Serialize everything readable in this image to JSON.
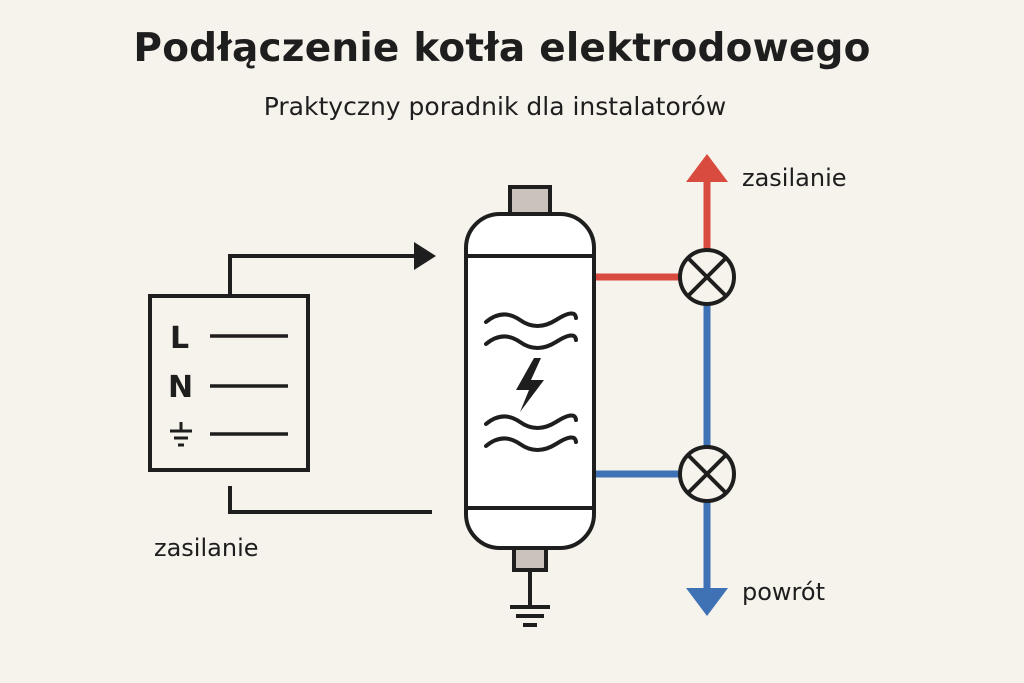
{
  "header": {
    "title": "Podłączenie kotła elektrodowego",
    "subtitle": "Praktyczny poradnik dla instalatorów"
  },
  "panel": {
    "terminals": [
      "L",
      "N"
    ],
    "label": "zasilanie"
  },
  "pipes": {
    "supply_label": "zasilanie",
    "return_label": "powrót"
  },
  "colors": {
    "supply": "#d94b3f",
    "return": "#3f72b4",
    "stroke": "#1e1e1e",
    "background": "#f6f2ec"
  }
}
